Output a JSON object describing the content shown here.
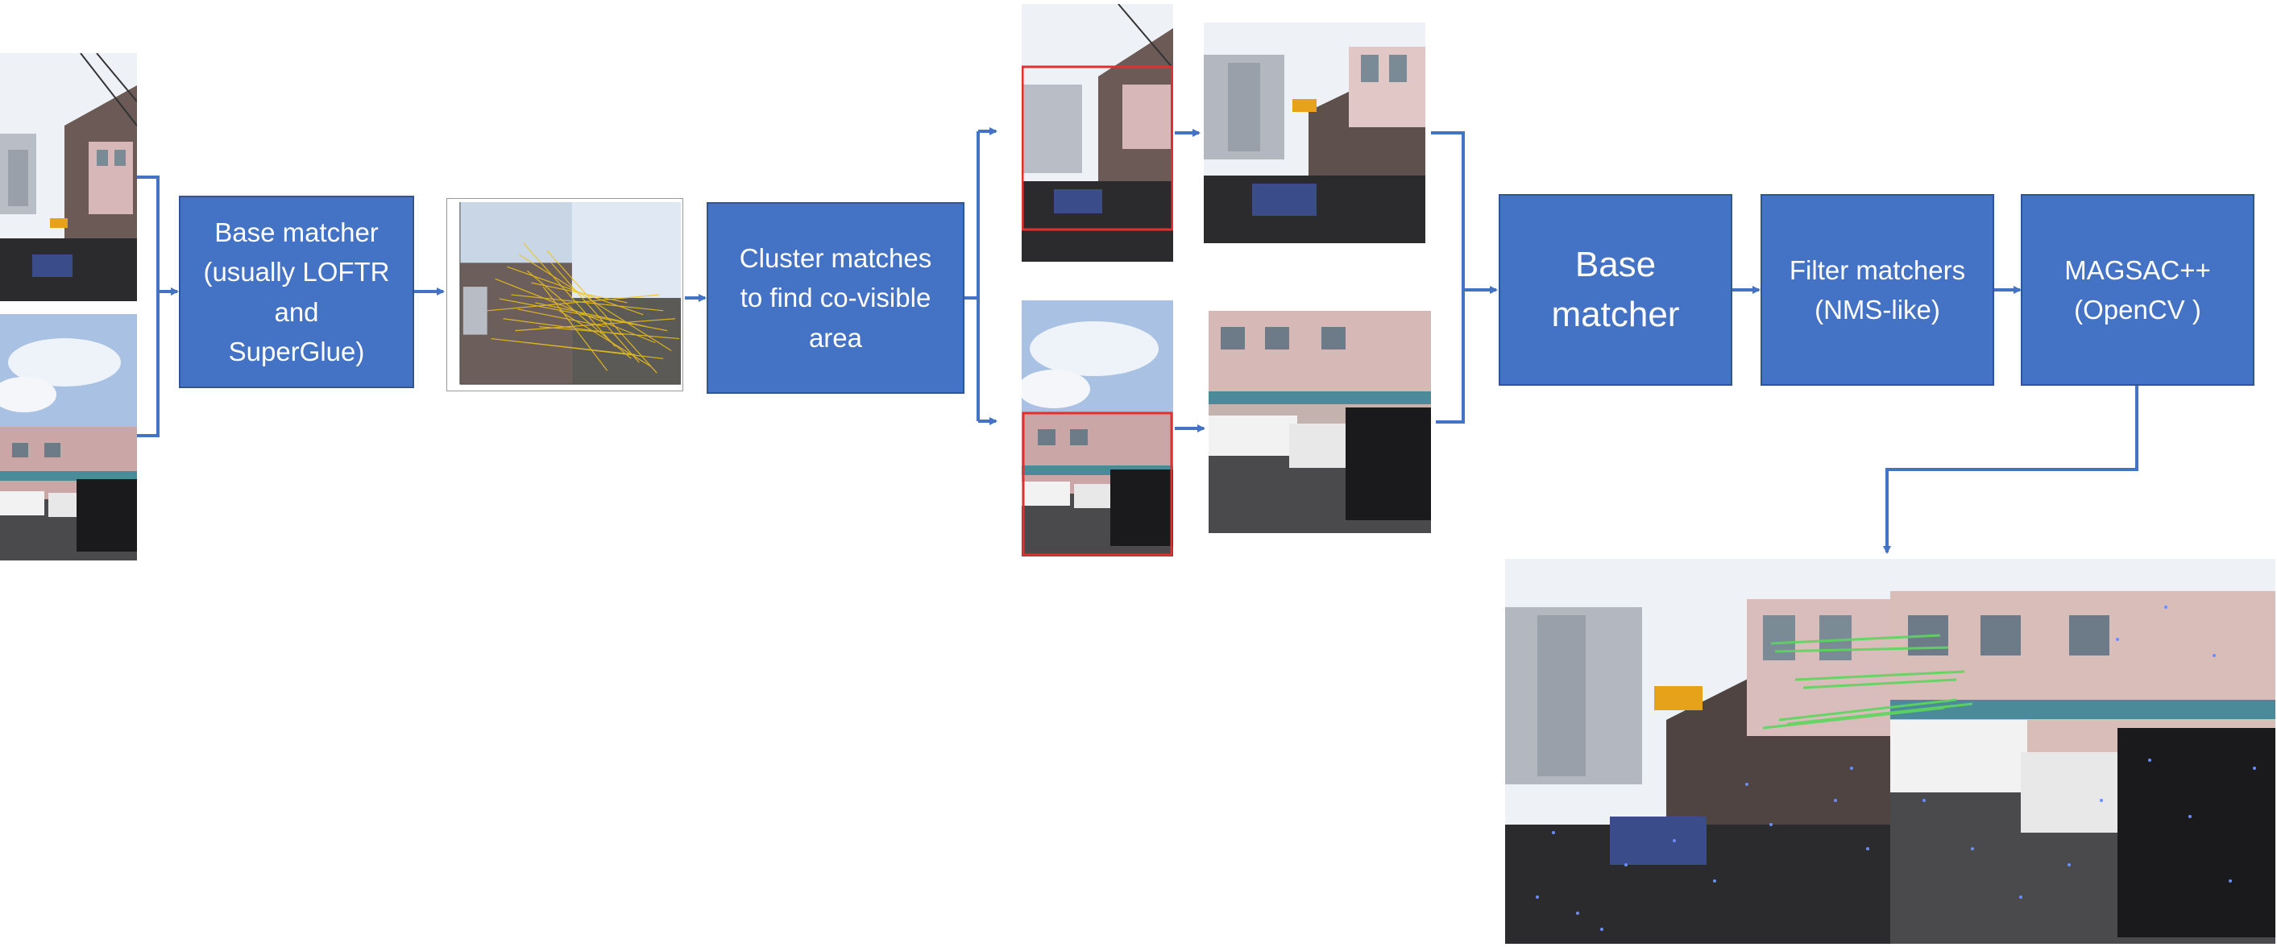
{
  "boxes": {
    "base_matcher_1": "Base matcher\n(usually LOFTR\nand\nSuperGlue)",
    "cluster": "Cluster matches\nto find co-visible\narea",
    "base_matcher_2": "Base\nmatcher",
    "filter": "Filter matchers\n(NMS-like)",
    "magsac": "MAGSAC++\n(OpenCV )"
  },
  "images": {
    "input_1": "street photo, building with power lines",
    "input_2": "street photo, sky and parked cars",
    "matches_plot": "yellow match lines plot",
    "crop_1": "image with red co-visible box",
    "crop_1_zoom": "cropped co-visible region",
    "crop_2": "image with red co-visible box",
    "crop_2_zoom": "cropped co-visible region",
    "result": "final matches result image"
  },
  "colors": {
    "box_fill": "#4472c4",
    "box_border": "#2f5597",
    "arrow": "#4472c4",
    "crop_box": "#e03030",
    "match_lines": "#f0c419",
    "inlier_lines": "#5dd65d",
    "keypoints": "#6a8cff"
  }
}
